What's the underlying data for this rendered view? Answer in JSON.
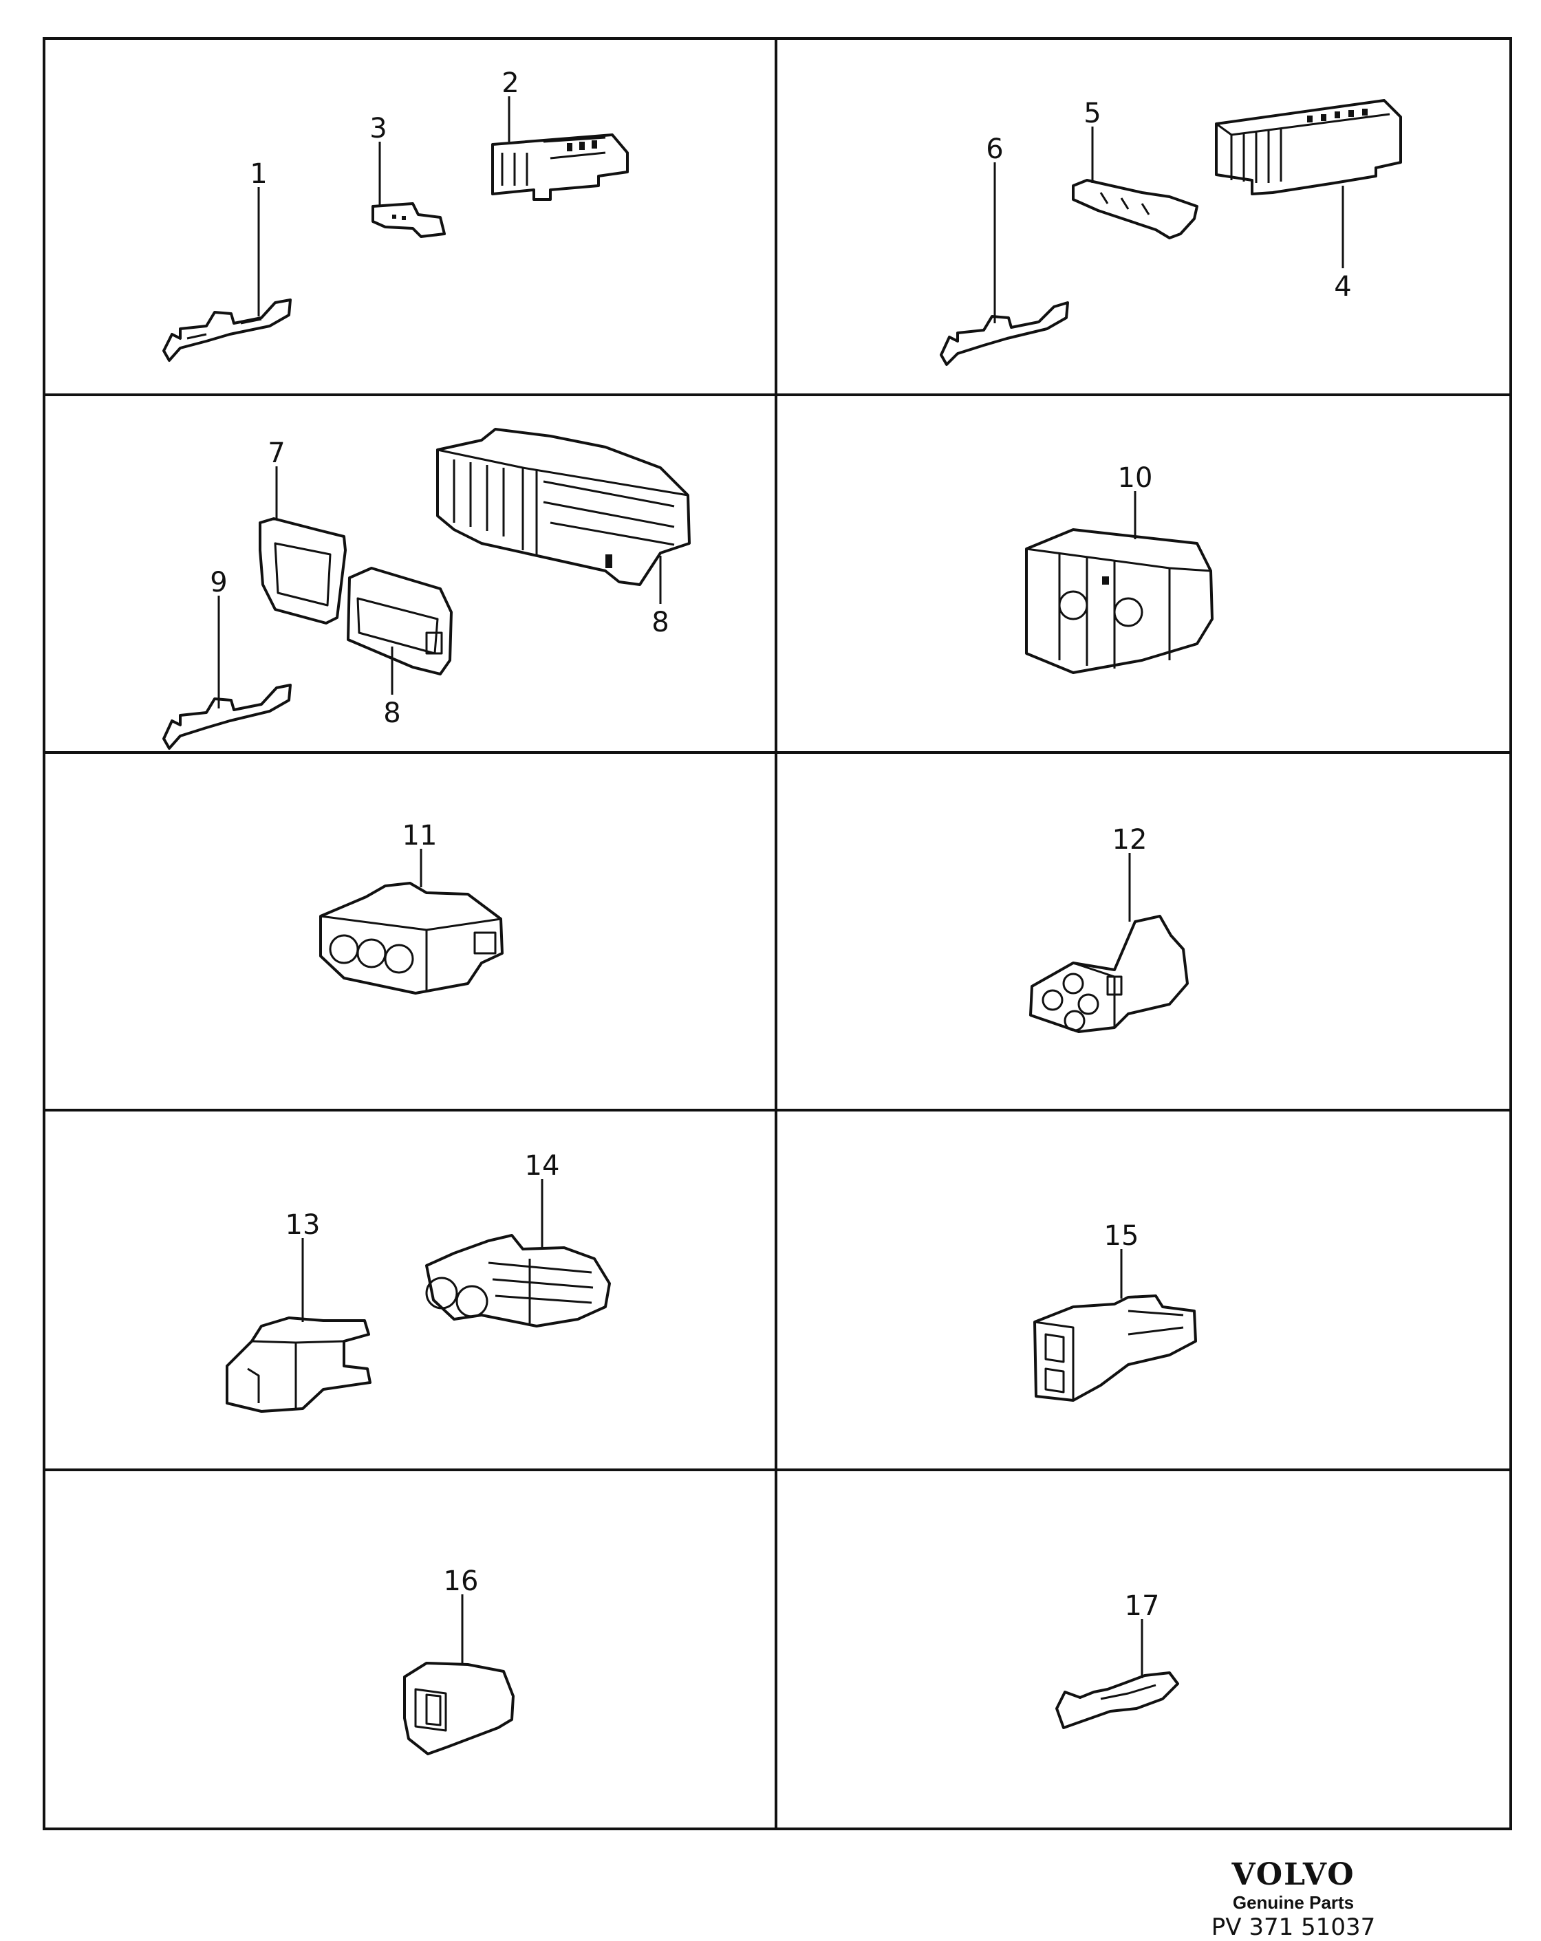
{
  "diagram": {
    "part_numbers": [
      "1",
      "2",
      "3",
      "4",
      "5",
      "6",
      "7",
      "8",
      "8",
      "9",
      "10",
      "11",
      "12",
      "13",
      "14",
      "15",
      "16",
      "17"
    ]
  },
  "footer": {
    "brand": "VOLVO",
    "tagline": "Genuine Parts",
    "reference": "PV 371 51037"
  }
}
